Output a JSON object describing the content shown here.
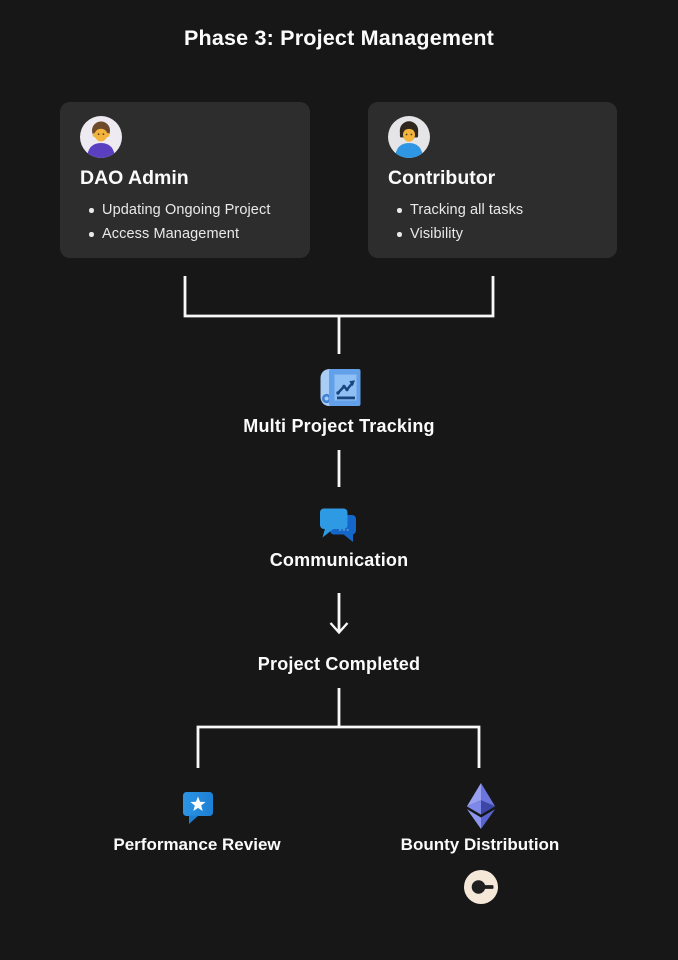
{
  "title": "Phase 3: Project Management",
  "cards": [
    {
      "title": "DAO Admin",
      "avatar": "dao-admin-avatar",
      "bullets": [
        "Updating Ongoing Project",
        "Access Management"
      ]
    },
    {
      "title": "Contributor",
      "avatar": "contributor-avatar",
      "bullets": [
        "Tracking all tasks",
        "Visibility"
      ]
    }
  ],
  "nodes": {
    "multi_project_tracking": {
      "label": "Multi Project Tracking",
      "icon": "trend-scroll-icon"
    },
    "communication": {
      "label": "Communication",
      "icon": "chat-bubbles-icon"
    },
    "project_completed": {
      "label": "Project Completed"
    },
    "performance_review": {
      "label": "Performance Review",
      "icon": "star-bubble-icon"
    },
    "bounty_distribution": {
      "label": "Bounty Distribution",
      "icon": "ethereum-icon",
      "badge": "coin-icon"
    }
  },
  "colors": {
    "background": "#171717",
    "card_background": "#2d2d2d",
    "text_primary": "#fbfbfb",
    "text_secondary": "#e9e9e9",
    "connector": "#f8f8f8",
    "icon_blue_light": "#2e9ae4",
    "icon_blue_dark": "#1467c8",
    "scroll_blue": "#62a1ea",
    "chart_navy": "#17457f",
    "ethereum_purple": "#6b75dd",
    "coin_cream": "#f5e8d8"
  }
}
